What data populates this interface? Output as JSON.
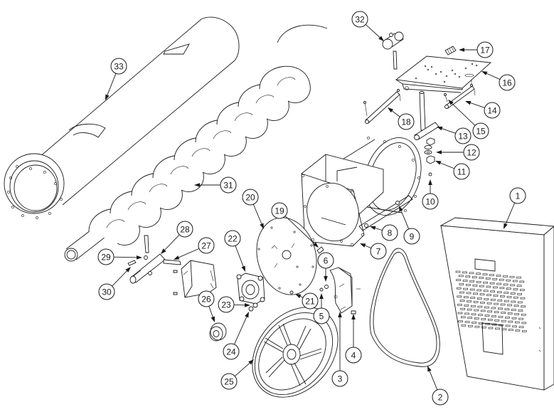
{
  "diagram": {
    "type": "exploded-parts-view",
    "callouts": [
      {
        "label": "1",
        "part": "enclosure-cover"
      },
      {
        "label": "2",
        "part": "v-belt"
      },
      {
        "label": "3",
        "part": "belt-guard-bracket"
      },
      {
        "label": "4",
        "part": "bolt"
      },
      {
        "label": "5",
        "part": "bolt"
      },
      {
        "label": "6",
        "part": "nut"
      },
      {
        "label": "7",
        "part": "intake-housing"
      },
      {
        "label": "8",
        "part": "nut"
      },
      {
        "label": "9",
        "part": "bolt"
      },
      {
        "label": "10",
        "part": "set-screw"
      },
      {
        "label": "11",
        "part": "hex-nut"
      },
      {
        "label": "12",
        "part": "washer"
      },
      {
        "label": "13",
        "part": "t-pin"
      },
      {
        "label": "14",
        "part": "pin"
      },
      {
        "label": "15",
        "part": "cotter-pin"
      },
      {
        "label": "16",
        "part": "mounting-plate"
      },
      {
        "label": "17",
        "part": "spring"
      },
      {
        "label": "18",
        "part": "pin"
      },
      {
        "label": "19",
        "part": "stud"
      },
      {
        "label": "20",
        "part": "end-plate"
      },
      {
        "label": "21",
        "part": "bolt"
      },
      {
        "label": "22",
        "part": "flange-bearing"
      },
      {
        "label": "23",
        "part": "nut"
      },
      {
        "label": "24",
        "part": "washer"
      },
      {
        "label": "25",
        "part": "pulley"
      },
      {
        "label": "26",
        "part": "bushing"
      },
      {
        "label": "27",
        "part": "bolt"
      },
      {
        "label": "28",
        "part": "stub-shaft"
      },
      {
        "label": "29",
        "part": "nut"
      },
      {
        "label": "30",
        "part": "key"
      },
      {
        "label": "31",
        "part": "auger-flighting"
      },
      {
        "label": "32",
        "part": "hitch-pin"
      },
      {
        "label": "33",
        "part": "auger-tube"
      }
    ]
  },
  "colors": {
    "line": "#1a1a1a",
    "background": "#ffffff"
  }
}
